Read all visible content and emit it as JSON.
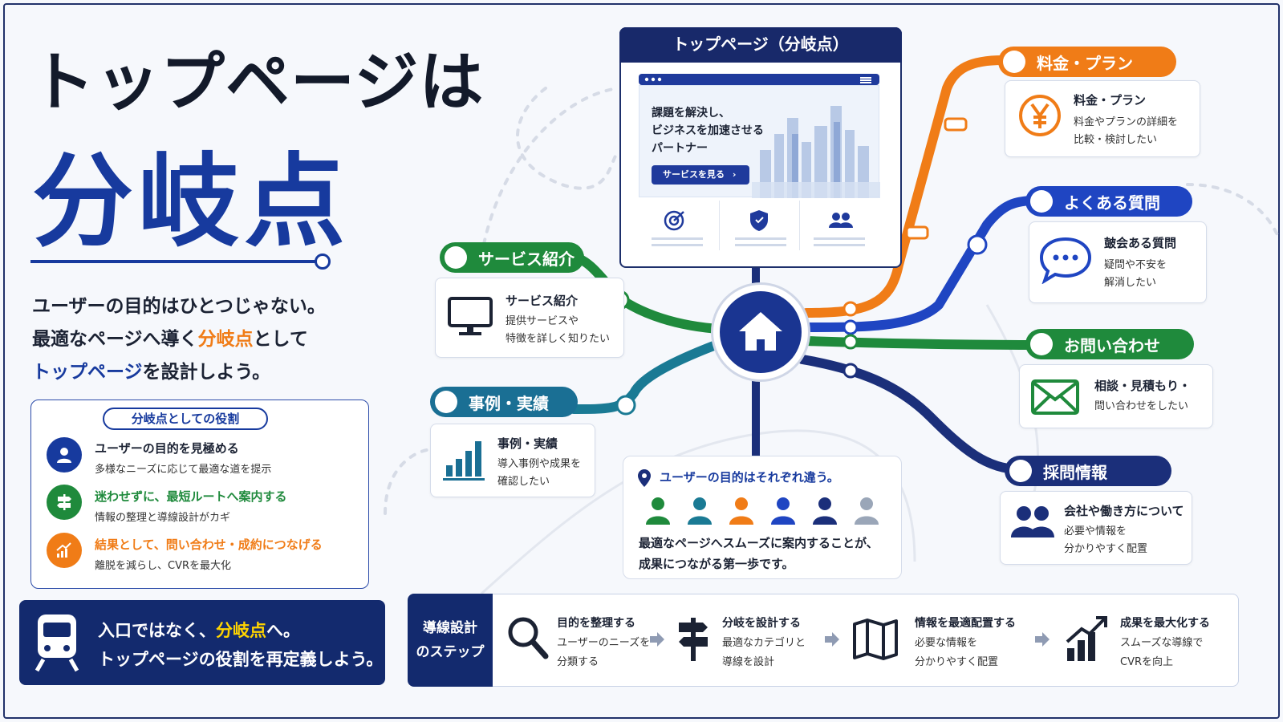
{
  "title": {
    "line1": "トップページは",
    "line2": "分岐点"
  },
  "lead": {
    "line1": "ユーザーの目的はひとつじゃない。",
    "line2_pre": "最適なページへ導く",
    "line2_hl": "分岐点",
    "line2_post": "として",
    "line3_hl": "トップページ",
    "line3_post": "を設計しよう。"
  },
  "role": {
    "heading": "分岐点としての役割",
    "items": [
      {
        "title": "ユーザーの目的を見極める",
        "sub": "多様なニーズに応じて最適な道を提示",
        "color": "#173a9e",
        "icon": "user-icon"
      },
      {
        "title": "迷わせずに、最短ルートへ案内する",
        "sub": "情報の整理と導線設計がカギ",
        "color": "#1f8a3c",
        "icon": "signpost-icon"
      },
      {
        "title": "結果として、問い合わせ・成約につなげる",
        "sub": "離脱を減らし、CVRを最大化",
        "color": "#f07c17",
        "icon": "growth-chart-icon"
      }
    ]
  },
  "cta": {
    "line1_pre": "入口ではなく、",
    "line1_hl": "分岐点",
    "line1_post": "へ。",
    "line2": "トップページの役割を再定義しよう。",
    "icon": "train-icon"
  },
  "browser": {
    "header": "トップページ（分岐点）",
    "hero_text": [
      "課題を解決し、",
      "ビジネスを加速させる",
      "パートナー"
    ],
    "hero_button": "サービスを見る"
  },
  "hub": {
    "icon": "home-icon"
  },
  "routes": {
    "service": {
      "label": "サービス紹介",
      "title": "サービス紹介",
      "sub": [
        "提供サービスや",
        "特徴を詳しく知りたい"
      ],
      "color": "#1f8a3c",
      "icon": "monitor-icon"
    },
    "cases": {
      "label": "事例・実績",
      "title": "事例・実績",
      "sub": [
        "導入事例や成果を",
        "確認したい"
      ],
      "color": "#1a6f94",
      "icon": "bar-chart-icon"
    },
    "pricing": {
      "label": "料金・プラン",
      "title": "料金・プラン",
      "sub": [
        "料金やプランの詳細を",
        "比較・検討したい"
      ],
      "color": "#f07c17",
      "icon": "yen-icon"
    },
    "faq": {
      "label": "よくある質問",
      "title": "皷会ある質問",
      "sub": [
        "疑問や不安を",
        "解消したい"
      ],
      "color": "#1f45c2",
      "icon": "chat-bubble-icon"
    },
    "contact": {
      "label": "お問い合わせ",
      "title": "相談・見積もり・",
      "sub": [
        "問い合わせをしたい"
      ],
      "color": "#1f8a3c",
      "icon": "mail-icon"
    },
    "recruit": {
      "label": "採問情報",
      "title": "会社や働き方について",
      "sub": [
        "必要や情報を",
        "分かりやすく配置"
      ],
      "color": "#1b2f7a",
      "icon": "people-icon"
    }
  },
  "purpose": {
    "title": "ユーザーの目的はそれぞれ違う。",
    "body": [
      "最適なページへスムーズに案内することが、",
      "成果につながる第一歩です。"
    ],
    "people_colors": [
      "#1f8a3c",
      "#1a7a94",
      "#f07c17",
      "#1f45c2",
      "#1b2f7a",
      "#9aa6b8"
    ]
  },
  "steps": {
    "heading": [
      "導線設計",
      "のステップ"
    ],
    "items": [
      {
        "title": "目的を整理する",
        "sub": [
          "ユーザーのニーズを",
          "分類する"
        ],
        "icon": "magnifier-icon"
      },
      {
        "title": "分岐を設計する",
        "sub": [
          "最適なカテゴリと",
          "導線を設計"
        ],
        "icon": "signpost-icon"
      },
      {
        "title": "情報を最適配置する",
        "sub": [
          "必要な情報を",
          "分かりやすく配置"
        ],
        "icon": "map-icon"
      },
      {
        "title": "成果を最大化する",
        "sub": [
          "スムーズな導線で",
          "CVRを向上"
        ],
        "icon": "growth-chart-icon"
      }
    ]
  }
}
